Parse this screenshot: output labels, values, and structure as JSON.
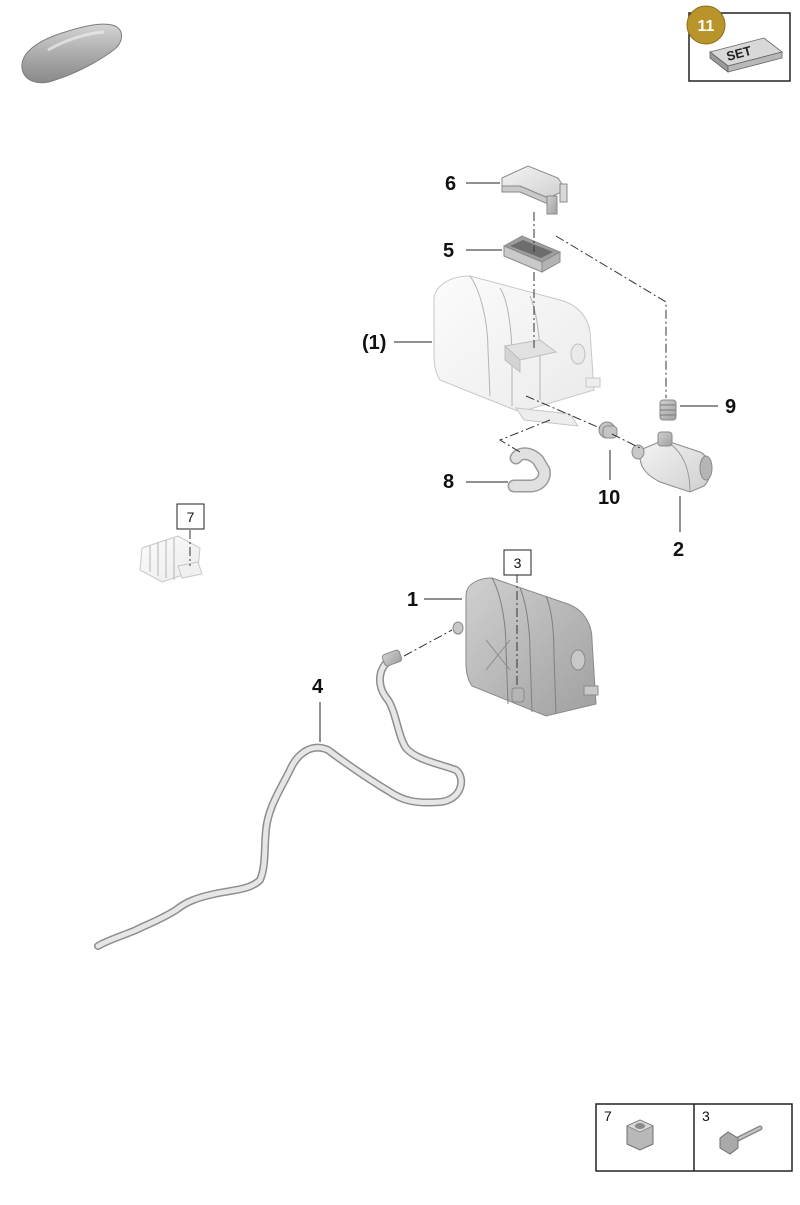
{
  "set_badge": {
    "number": "11",
    "label": "SET",
    "badge_color": "#b8942a"
  },
  "callouts": {
    "c6": "6",
    "c5": "5",
    "c_assembly": "(1)",
    "c9": "9",
    "c8": "8",
    "c10": "10",
    "c2": "2",
    "c1": "1",
    "c4": "4"
  },
  "boxed_refs": {
    "ref7": "7",
    "ref3": "3"
  },
  "legend": [
    {
      "number": "7",
      "icon": "hex-nut-icon"
    },
    {
      "number": "3",
      "icon": "bolt-icon"
    }
  ],
  "icons": [
    "car-silhouette-icon",
    "set-box-icon",
    "hex-nut-icon",
    "bolt-icon"
  ]
}
